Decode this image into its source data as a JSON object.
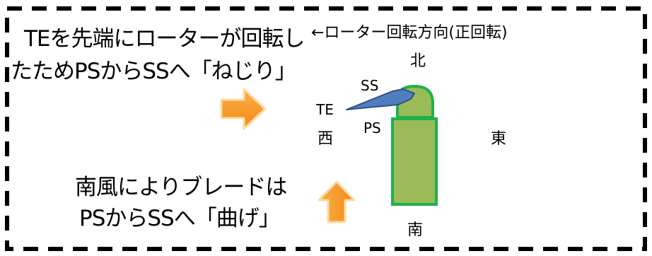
{
  "texts": {
    "twist_line1": "TEを先端にローターが回転し",
    "twist_line2": "たためPSからSSへ「ねじり」",
    "rotation_direction": "←ローター回転方向(正回転)",
    "north": "北",
    "south": "南",
    "east": "東",
    "west": "西",
    "ss": "SS",
    "ps": "PS",
    "te": "TE",
    "bend_line1": "南風によりブレードは",
    "bend_line2": "PSからSSへ「曲げ」"
  },
  "colors": {
    "border": "#000000",
    "arrow_fill": "#f9a32a",
    "arrow_stroke": "#fcd9a6",
    "tower_fill": "#9bbb59",
    "tower_stroke": "#1fb14b",
    "blade_fill": "#4f7ec0",
    "blade_stroke": "#2e4f86"
  }
}
